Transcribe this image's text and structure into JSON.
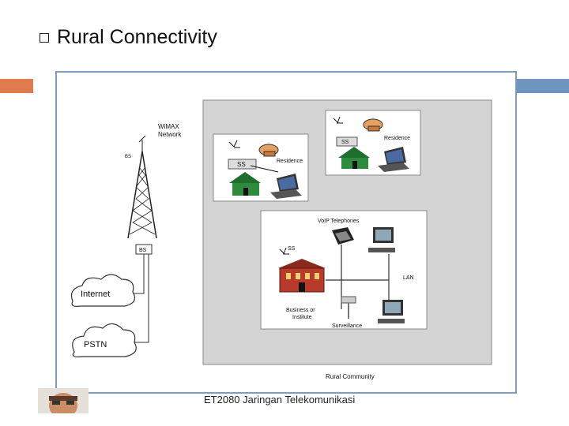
{
  "slide": {
    "title": "Rural Connectivity",
    "footer": "ET2080 Jaringan Telekomunikasi"
  },
  "diagram": {
    "wimax_label_line1": "WiMAX",
    "wimax_label_line2": "Network",
    "tower_label": "BS",
    "bs_box": "BS",
    "internet": "Internet",
    "pstn": "PSTN",
    "residence_1": {
      "ss": "SS",
      "label": "Residence"
    },
    "residence_2": {
      "ss": "SS",
      "label": "Residence"
    },
    "community": {
      "voip": "VoIP Telephones",
      "ss": "SS",
      "lan": "LAN",
      "business_line1": "Business or",
      "business_line2": "Institute",
      "surveillance": "Surveillance",
      "label": "Rural Community"
    }
  },
  "colors": {
    "accent_orange": "#e07b4e",
    "accent_blue": "#6f95bf",
    "panel_gray": "#d4d4d4",
    "house_green": "#2e8b3e",
    "building_red": "#b83a2a"
  }
}
